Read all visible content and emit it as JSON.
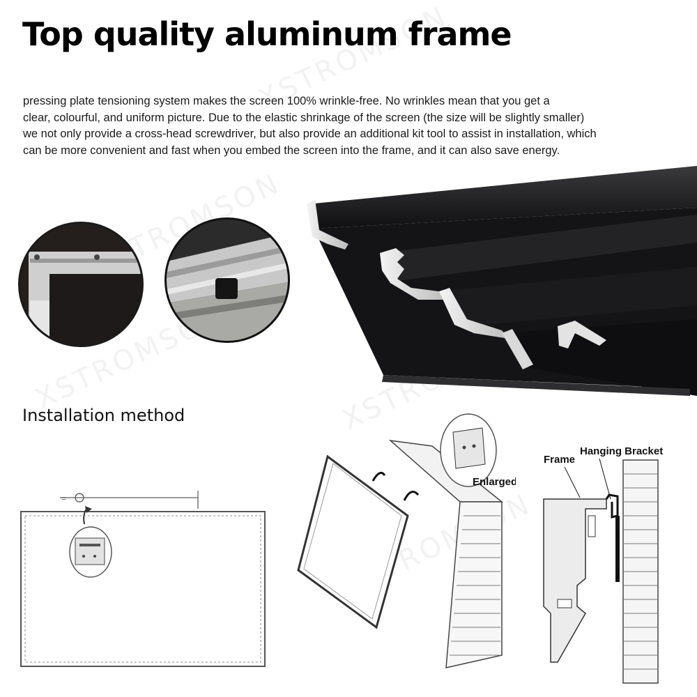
{
  "header": {
    "title": "Top quality aluminum frame"
  },
  "description": {
    "lines": [
      "pressing plate tensioning system makes the screen 100% wrinkle-free. No wrinkles mean that you get a",
      "clear, colourful, and uniform picture. Due to the elastic shrinkage of the screen (the size will be slightly smaller)",
      "we not only provide a cross-head screwdriver, but also provide an additional kit tool to assist in installation, which",
      "can be more convenient and fast when you embed the screen into the frame, and it can also save energy."
    ]
  },
  "installation": {
    "heading": "Installation method",
    "labels": {
      "enlarged": "Enlarged",
      "frame": "Frame",
      "hanging_bracket": "Hanging Bracket"
    }
  },
  "watermark": "XSTROMSON",
  "colors": {
    "frame_black": "#1c1c1e",
    "aluminum": "#d8d8d8",
    "text": "#111111"
  }
}
